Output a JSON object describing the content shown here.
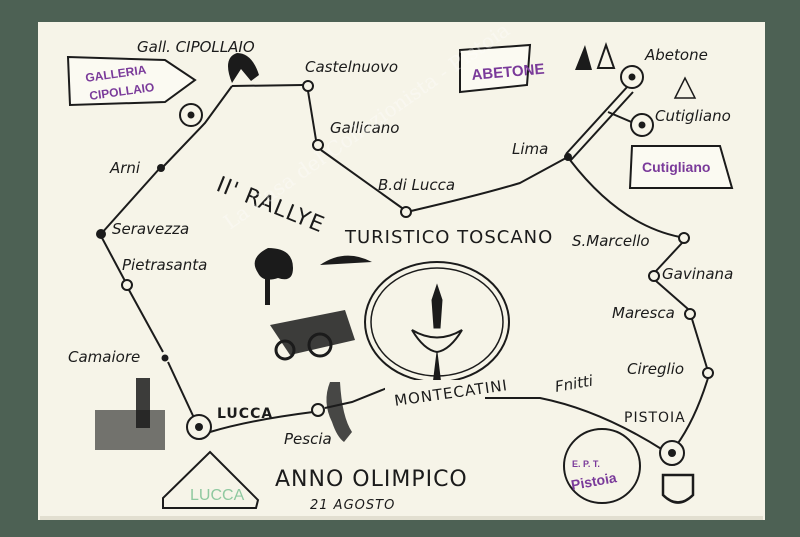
{
  "postcard": {
    "title_line1": "II' RALLYE",
    "title_line2": "TURISTICO TOSCANO",
    "event": "ANNO OLIMPICO",
    "date": "21 AGOSTO",
    "signature": "Fnitti",
    "center_label": "MONTECATINI"
  },
  "places": {
    "gall_cipollaio": "Gall. CIPOLLAIO",
    "castelnuovo": "Castelnuovo",
    "gallicano": "Gallicano",
    "b_di_lucca": "B.di Lucca",
    "lima": "Lima",
    "abetone": "Abetone",
    "cutigliano": "Cutigliano",
    "s_marcello": "S.Marcello",
    "gavinana": "Gavinana",
    "maresca": "Maresca",
    "cireglio": "Cireglio",
    "pistoia": "PISTOIA",
    "pescia": "Pescia",
    "lucca": "LUCCA",
    "camaiore": "Camaiore",
    "pietrasanta": "Pietrasanta",
    "seravezza": "Seravezza",
    "arni": "Arni"
  },
  "stamps": {
    "galleria_line1": "GALLERIA",
    "galleria_line2": "CIPOLLAIO",
    "abetone": "ABETONE",
    "cutigliano": "Cutigliano",
    "ept_line1": "E. P. T.",
    "ept_line2": "Pistoia",
    "lucca": "LUCCA"
  },
  "watermark": "La Casa del Collezionista - Pistoia",
  "colors": {
    "background": "#4d6154",
    "card": "#f6f4e8",
    "ink": "#1b1b1b",
    "stamp_purple": "#7a3a9a",
    "stamp_green": "#8fc9a0"
  }
}
